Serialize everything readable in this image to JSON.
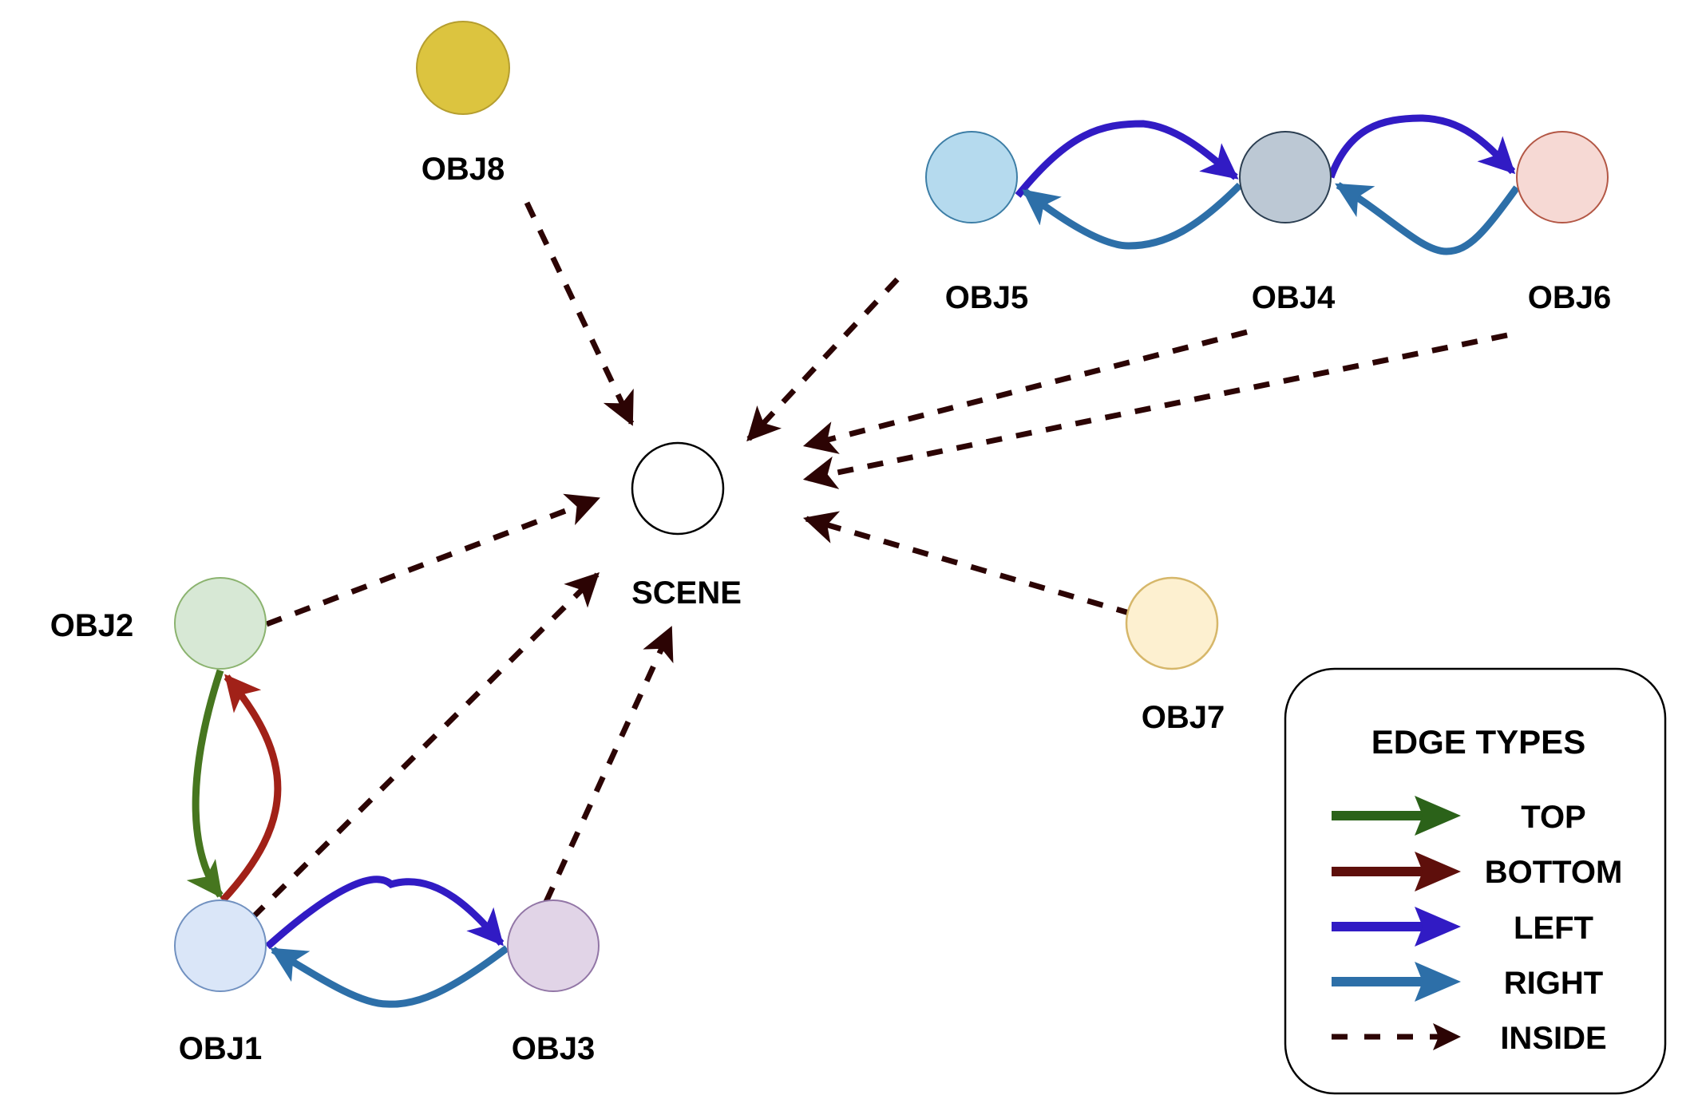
{
  "colors": {
    "top": "#2b6219",
    "top_edge": "#46761f",
    "bottom": "#5e0f0b",
    "bottom_edge": "#a12118",
    "left": "#311bc4",
    "right": "#2d6fa8",
    "inside": "#2c0404"
  },
  "nodes": [
    {
      "id": "SCENE",
      "label": "SCENE",
      "fill": "#ffffff",
      "stroke": "#000000"
    },
    {
      "id": "OBJ1",
      "label": "OBJ1",
      "fill": "#dae6f8",
      "stroke": "#7191c0"
    },
    {
      "id": "OBJ2",
      "label": "OBJ2",
      "fill": "#d7e8d5",
      "stroke": "#8bb36f"
    },
    {
      "id": "OBJ3",
      "label": "OBJ3",
      "fill": "#e1d4e7",
      "stroke": "#9276a6"
    },
    {
      "id": "OBJ4",
      "label": "OBJ4",
      "fill": "#bcc8d4",
      "stroke": "#2b3e51"
    },
    {
      "id": "OBJ5",
      "label": "OBJ5",
      "fill": "#b5daee",
      "stroke": "#3d7ea6"
    },
    {
      "id": "OBJ6",
      "label": "OBJ6",
      "fill": "#f6d9d4",
      "stroke": "#b35745"
    },
    {
      "id": "OBJ7",
      "label": "OBJ7",
      "fill": "#fdf0d0",
      "stroke": "#d6b76a"
    },
    {
      "id": "OBJ8",
      "label": "OBJ8",
      "fill": "#dcc43f",
      "stroke": "#b59e2f"
    }
  ],
  "edges": [
    {
      "from": "OBJ2",
      "to": "OBJ1",
      "type": "top"
    },
    {
      "from": "OBJ1",
      "to": "OBJ2",
      "type": "bottom"
    },
    {
      "from": "OBJ1",
      "to": "OBJ3",
      "type": "left"
    },
    {
      "from": "OBJ3",
      "to": "OBJ1",
      "type": "right"
    },
    {
      "from": "OBJ5",
      "to": "OBJ4",
      "type": "left"
    },
    {
      "from": "OBJ4",
      "to": "OBJ5",
      "type": "right"
    },
    {
      "from": "OBJ4",
      "to": "OBJ6",
      "type": "left"
    },
    {
      "from": "OBJ6",
      "to": "OBJ4",
      "type": "right"
    },
    {
      "from": "OBJ8",
      "to": "SCENE",
      "type": "inside"
    },
    {
      "from": "OBJ5",
      "to": "SCENE",
      "type": "inside"
    },
    {
      "from": "OBJ4",
      "to": "SCENE",
      "type": "inside"
    },
    {
      "from": "OBJ6",
      "to": "SCENE",
      "type": "inside"
    },
    {
      "from": "OBJ7",
      "to": "SCENE",
      "type": "inside"
    },
    {
      "from": "OBJ2",
      "to": "SCENE",
      "type": "inside"
    },
    {
      "from": "OBJ1",
      "to": "SCENE",
      "type": "inside"
    },
    {
      "from": "OBJ3",
      "to": "SCENE",
      "type": "inside"
    }
  ],
  "legend": {
    "title": "EDGE TYPES",
    "items": [
      {
        "type": "top",
        "label": "TOP"
      },
      {
        "type": "bottom",
        "label": "BOTTOM"
      },
      {
        "type": "left",
        "label": "LEFT"
      },
      {
        "type": "right",
        "label": "RIGHT"
      },
      {
        "type": "inside",
        "label": "INSIDE"
      }
    ]
  }
}
